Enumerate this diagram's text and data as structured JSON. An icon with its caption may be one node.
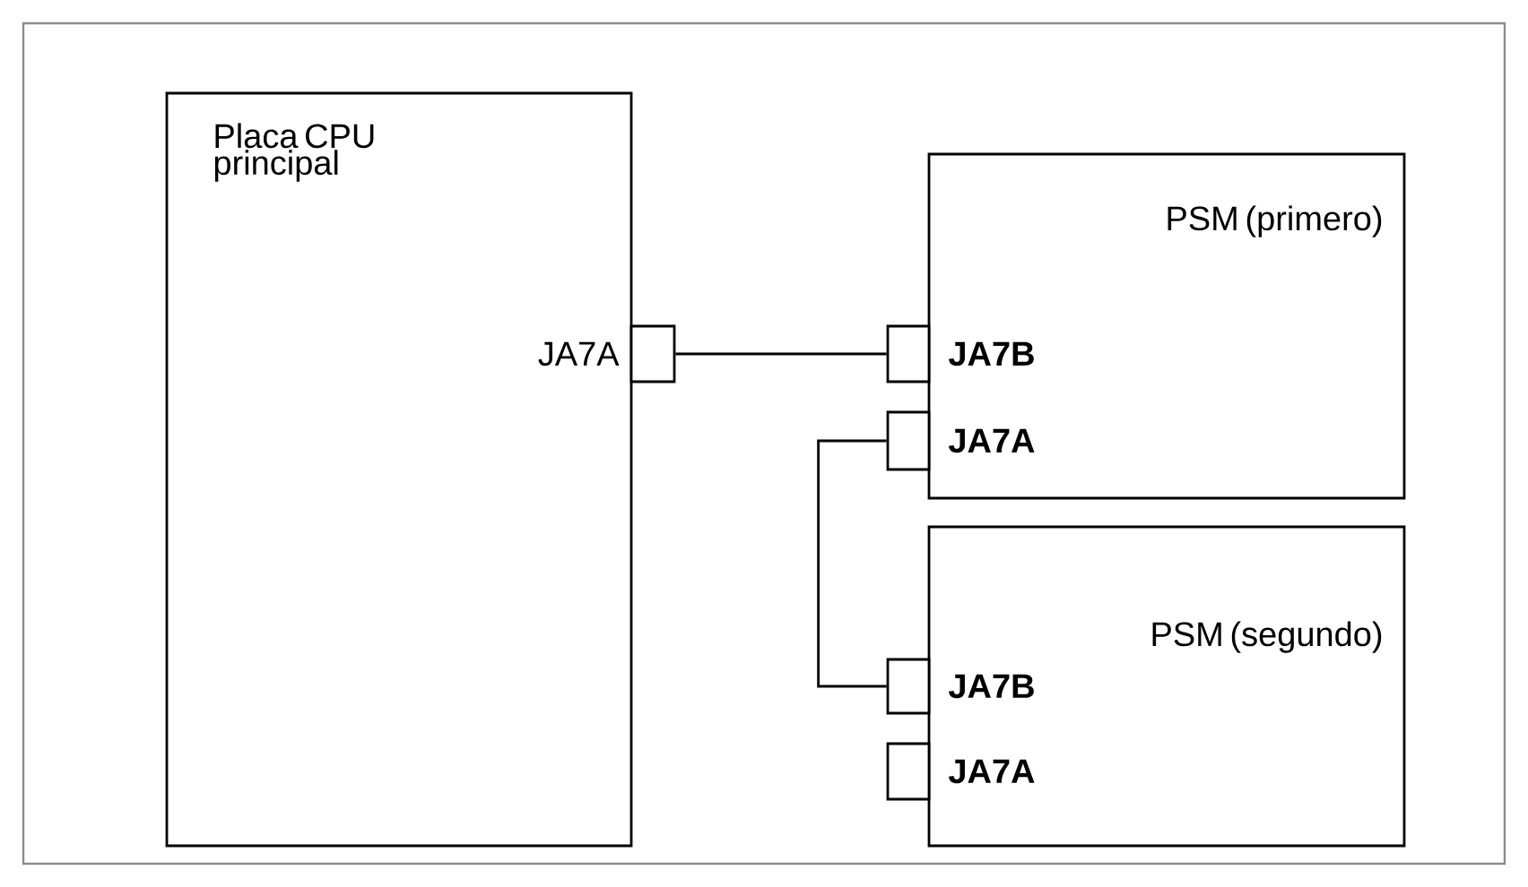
{
  "diagram": {
    "nodes": [
      {
        "text": [
          "Placa CPU principal"
        ]
      },
      {
        "text": [
          "PSM (primero)"
        ]
      },
      {
        "text": [
          "PSM (segundo)"
        ]
      },
      {
        "text": [],
        "shape": "box",
        "beside": [
          "JA7A"
        ]
      },
      {
        "text": [],
        "shape": "box",
        "beside": [
          "JA7B"
        ]
      },
      {
        "text": [],
        "shape": "box",
        "beside": [
          "JA7A"
        ]
      },
      {
        "text": [],
        "shape": "box",
        "beside": [
          "JA7B"
        ]
      },
      {
        "text": [],
        "shape": "box",
        "beside": [
          "JA7A"
        ]
      }
    ],
    "edges": [
      {
        "from": 3,
        "to": 4,
        "arrow": "none"
      },
      {
        "from": 5,
        "to": 6,
        "arrow": "none"
      }
    ]
  }
}
